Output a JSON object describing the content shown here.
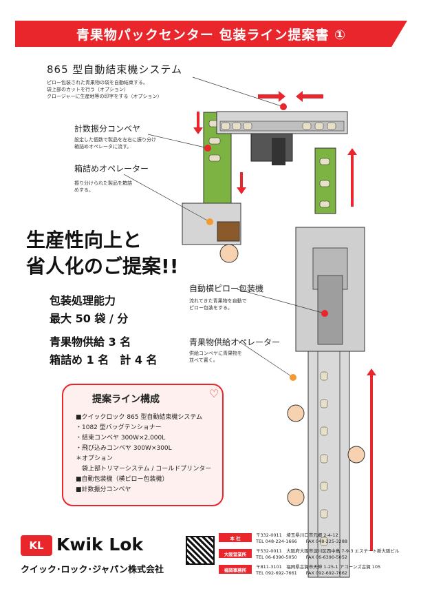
{
  "title": "青果物パックセンター 包装ライン提案書 ①",
  "sections": {
    "tying": {
      "label": "865 型自動結束機システム",
      "desc": "ピロー包装された青果物の袋を自動結束する。\n袋上部のカットを行う（オプション）\nクロージャーに生産地等の印字をする（オプション）"
    },
    "sorter": {
      "label": "計数振分コンベヤ",
      "desc": "設定した個数で製品を左右に振り分け\n箱詰めオペレータに流す。"
    },
    "packer": {
      "label": "箱詰めオペレーター",
      "desc": "振り分けられた製品を箱詰\nめする。"
    },
    "pillow": {
      "label": "自動横ピロー包装機",
      "desc": "流れてきた青果物を自動で\nピロー包装をする。"
    },
    "supply": {
      "label": "青果物供給オペレーター",
      "desc": "供給コンベヤに青果物を\n並べて置く。"
    }
  },
  "headline": "生産性向上と\n省人化のご提案!!",
  "capacity": "包装処理能力\n最大 50 袋 / 分",
  "staff": "青果物供給 3 名\n箱詰め 1 名　計 4 名",
  "config": {
    "title": "提案ライン構成",
    "items": [
      "■クイックロック 865 型自動結束機システム",
      "・1082 型バッグテンショナー",
      "・結束コンベヤ 300W×2,000L",
      "・飛び込みコンベヤ 300W×300L",
      "＊オプション",
      "　袋上部トリマーシステム / コールドプリンター",
      "■自動包装機（横ピロー包装機）",
      "■計数振分コンベヤ"
    ]
  },
  "company": {
    "logo_mark": "KL",
    "logo_text": "Kwik Lok",
    "name": "クイック･ロック･ジャパン株式会社",
    "offices": [
      {
        "tag": "本 社",
        "line1": "〒332-0011　埼玉県川口市元郷 2-4-12",
        "line2": "TEL 048-224-1666　　FAX 048-225-3288"
      },
      {
        "tag": "大阪営業所",
        "line1": "〒532-0011　大阪府大阪市淀川区西中島 7-9-3 エステート新大阪ビル",
        "line2": "TEL 06-6390-5050　　FAX 06-6390-5052"
      },
      {
        "tag": "福岡事務所",
        "line1": "〒811-3101　福岡県古賀市天神 1-25-1 アコーンズ古賀 105",
        "line2": "TEL 092-692-7661　　FAX 092-692-7662"
      }
    ]
  },
  "colors": {
    "accent": "#e8262b",
    "conveyor": "#7cb342",
    "machine": "#cfcfcf",
    "dot": "#f39a32"
  }
}
